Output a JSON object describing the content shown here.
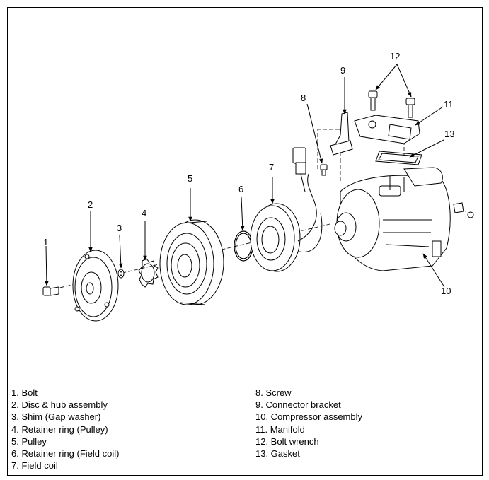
{
  "callouts": {
    "c1": "1",
    "c2": "2",
    "c3": "3",
    "c4": "4",
    "c5": "5",
    "c6": "6",
    "c7": "7",
    "c8": "8",
    "c9": "9",
    "c10": "10",
    "c11": "11",
    "c12": "12",
    "c13": "13"
  },
  "legend": {
    "left": [
      "1. Bolt",
      "2. Disc & hub assembly",
      "3. Shim (Gap washer)",
      "4. Retainer ring (Pulley)",
      "5. Pulley",
      "6. Retainer ring (Field coil)",
      "7. Field coil"
    ],
    "right": [
      "8. Screw",
      "9. Connector bracket",
      "10. Compressor assembly",
      "11. Manifold",
      "12. Bolt wrench",
      "13. Gasket"
    ]
  }
}
